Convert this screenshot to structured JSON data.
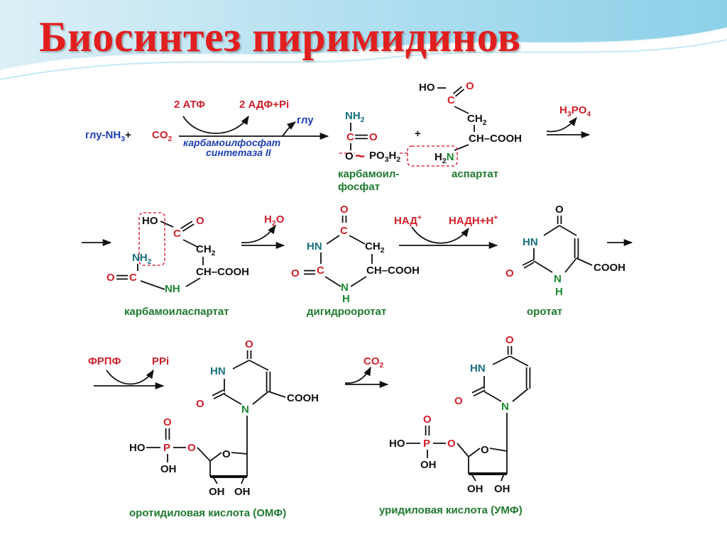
{
  "title": "Биосинтез пиримидинов",
  "colors": {
    "title": "#e11f1f",
    "carbon_label": "#d0202a",
    "oxygen_label": "#d0202a",
    "nitrogen_label": "#1a8a2f",
    "hydrogen_label": "#17707f",
    "enzyme": "#1f3fb5",
    "name": "#1e7a2e",
    "black": "#111111",
    "dashed_box": "#e0304a"
  },
  "row1": {
    "substrate_1": "глу-NH",
    "substrate_1_sub": "3",
    "plus_1": "+",
    "substrate_2": "CO",
    "substrate_2_sub": "2",
    "cofactor_in": "2 АТФ",
    "cofactor_out": "2 АДФ+Pi",
    "byproduct": "глу",
    "enzyme_line_1": "карбамоилфосфат",
    "enzyme_line_2": "синтетаза II",
    "cp_nh2": "NH",
    "cp_nh2_sub": "2",
    "cp_c": "C",
    "cp_o_double": "O",
    "cp_o_single": "O",
    "cp_tilde": "~",
    "cp_po3h2": "PO",
    "cp_po3h2_sub1": "3",
    "cp_po3h2_h": "H",
    "cp_po3h2_sub2": "2",
    "plus_2": "+",
    "asp_ho": "HO",
    "asp_o": "O",
    "asp_c": "C",
    "asp_ch2": "CH",
    "asp_ch2_sub": "2",
    "asp_ch": "CH",
    "asp_cooh": "–COOH",
    "asp_h2n_h": "H",
    "asp_h2n_sub": "2",
    "asp_h2n_n": "N",
    "release_h3po4": "H",
    "release_h3po4_sub1": "3",
    "release_h3po4_po": "PO",
    "release_h3po4_sub2": "4",
    "name_carbamoyl_1": "карбамоил-",
    "name_carbamoyl_2": "фосфат",
    "name_aspartate": "аспартат"
  },
  "row2": {
    "ca_ho": "HO",
    "ca_c_top": "C",
    "ca_o_top": "O",
    "ca_ch2": "CH",
    "ca_ch2_sub": "2",
    "ca_nh2": "NH",
    "ca_nh2_sub": "2",
    "ca_ch": "CH",
    "ca_cooh": "–COOH",
    "ca_o_left": "O",
    "ca_c_bottom": "C",
    "ca_nh": "NH",
    "release_h2o_h": "H",
    "release_h2o_sub": "2",
    "release_h2o_o": "O",
    "dho_o_top": "O",
    "dho_c_top": "C",
    "dho_hn": "HN",
    "dho_ch2": "CH",
    "dho_ch2_sub": "2",
    "dho_o_left": "O",
    "dho_c_bottom": "C",
    "dho_ch": "CH",
    "dho_cooh": "–COOH",
    "dho_n": "N",
    "dho_h": "H",
    "nad": "НАД",
    "nad_sup": "+",
    "nadh": "НАДН+Н",
    "nadh_sup": "+",
    "or_o_top": "O",
    "or_hn": "HN",
    "or_o_left": "O",
    "or_n": "N",
    "or_h": "H",
    "or_cooh": "COOH",
    "name_ca": "карбамоиласпартат",
    "name_dho": "дигидрооротат",
    "name_orotate": "оротат"
  },
  "row3": {
    "prpp": "ФРПФ",
    "ppi": "PPi",
    "co2": "CO",
    "co2_sub": "2",
    "omp_o_top": "O",
    "omp_hn": "HN",
    "omp_o_left": "O",
    "omp_n": "N",
    "omp_cooh": "COOH",
    "omp_ho": "HO",
    "omp_p": "P",
    "omp_po": "O",
    "omp_po_top": "O",
    "omp_oh": "OH",
    "omp_ring_o": "O",
    "omp_oh1": "OH",
    "omp_oh2": "OH",
    "ump_o_top": "O",
    "ump_hn": "HN",
    "ump_o_left": "O",
    "ump_n": "N",
    "ump_ho": "HO",
    "ump_p": "P",
    "ump_po": "O",
    "ump_po_top": "O",
    "ump_oh": "OH",
    "ump_ring_o": "O",
    "ump_oh1": "OH",
    "ump_oh2": "OH",
    "name_omp": "оротидиловая кислота (ОМФ)",
    "name_ump": "уридиловая кислота (УМФ)"
  }
}
